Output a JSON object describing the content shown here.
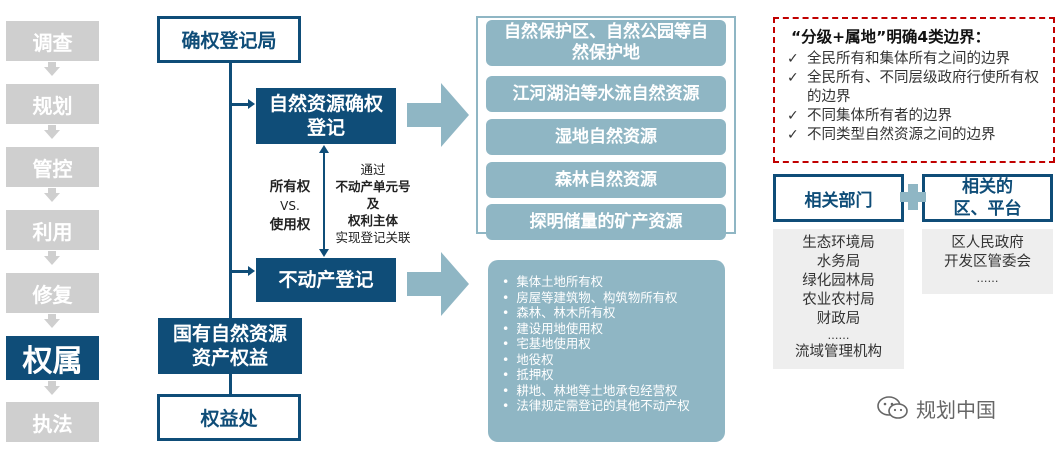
{
  "steps": [
    "调查",
    "规划",
    "管控",
    "利用",
    "修复",
    "权属",
    "执法"
  ],
  "active_step": "权属",
  "left_boxes": {
    "registry_bureau": "确权登记局",
    "state_asset": "国有自然资源资产权益",
    "rights_office": "权益处"
  },
  "center_boxes": {
    "natural_resource_reg": "自然资源确权登记",
    "real_estate_reg": "不动产登记"
  },
  "ownership_label": {
    "line1": "所有权",
    "vs": "VS.",
    "line2": "使用权"
  },
  "via_label": {
    "line1": "通过",
    "line2": "不动产单元号",
    "line3": "及",
    "line4": "权利主体",
    "line5": "实现登记关联"
  },
  "natural_items": [
    "自然保护区、自然公园等自然保护地",
    "江河湖泊等水流自然资源",
    "湿地自然资源",
    "森林自然资源",
    "探明储量的矿产资源"
  ],
  "real_estate_items": [
    "集体土地所有权",
    "房屋等建筑物、构筑物所有权",
    "森林、林木所有权",
    "建设用地使用权",
    "宅基地使用权",
    "地役权",
    "抵押权",
    "耕地、林地等土地承包经营权",
    "法律规定需登记的其他不动产权"
  ],
  "boundaries": {
    "title": "“分级+属地”明确4类边界：",
    "items": [
      "全民所有和集体所有之间的边界",
      "全民所有、不同层级政府行使所有权的边界",
      "不同集体所有者的边界",
      "不同类型自然资源之间的边界"
    ]
  },
  "dept": {
    "title": "相关部门",
    "items": [
      "生态环境局",
      "水务局",
      "绿化园林局",
      "农业农村局",
      "财政局",
      "……",
      "流域管理机构"
    ]
  },
  "district": {
    "title": "相关的区、平台",
    "items": [
      "区人民政府",
      "开发区管委会",
      "……"
    ]
  },
  "watermark": "规划中国",
  "colors": {
    "navy": "#0f4d78",
    "teal": "#8fb6c4",
    "gray": "#cfcfcf",
    "red": "#c00000"
  }
}
